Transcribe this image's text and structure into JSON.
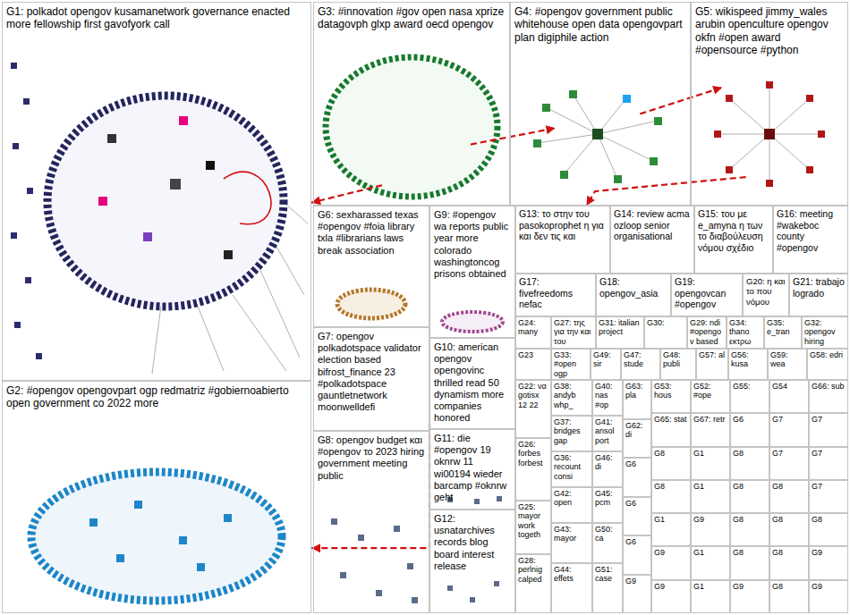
{
  "diagram": {
    "nodes": [
      {
        "text": [
          "G1: polkadot opengov kusamanetwork governance enacted more fellowship first gavofyork call"
        ]
      },
      {
        "text": [
          "G2: #opengov opengovpart ogp redmatriz #gobiernoabierto open government co 2022 more"
        ]
      },
      {
        "text": [
          "G3: #innovation #gov open nasa xprize datagovph glxp award oecd opengov"
        ]
      },
      {
        "text": [
          "G4: #opengov government public whitehouse open data opengovpart plan digiphile action"
        ]
      },
      {
        "text": [
          "G5: wikispeed jimmy_wales arubin openculture opengov okfn #open award #opensource #python"
        ]
      },
      {
        "text": [
          "G6: sexharassed texas #opengov #foia library txla #librarians laws break association"
        ]
      },
      {
        "text": [
          "G7: opengov polkadotspace validator election based bifrost_finance 23 #polkadotspace gauntletnetwork moonwelldefi"
        ]
      },
      {
        "text": [
          "G8: opengov budget και #opengov το 2023 hiring government meeting public"
        ]
      },
      {
        "text": [
          "G9: #opengov wa reports public year more colorado washingtoncog prisons obtained"
        ]
      },
      {
        "text": [
          "G10: american opengov opengovinc thrilled read 50 dynamism more companies honored"
        ]
      },
      {
        "text": [
          "G11: die #opengov 19 oknrw 11 wi00194 wieder barcamp #oknrw geht"
        ]
      },
      {
        "text": [
          "G12: usnatarchives records blog board interest release"
        ]
      },
      {
        "text": [
          "G13: το στην του pasokoprophet η για και δεν τις και"
        ]
      },
      {
        "text": [
          "G14: review acma ozloop senior organisational"
        ]
      },
      {
        "text": [
          "G15: του με e_amyna η των το διαβούλευση νόμου σχέδιο"
        ]
      },
      {
        "text": [
          "G16: meeting #wakeboc county #opengov"
        ]
      },
      {
        "text": [
          "G17: fivefreedoms nefac"
        ]
      },
      {
        "text": [
          "G18: opengov_asia"
        ]
      },
      {
        "text": [
          "G19: opengovcan #opengov"
        ]
      },
      {
        "text": [
          "G20: η και το που νόμου"
        ]
      },
      {
        "text": [
          "G21: trabajo logrado"
        ]
      },
      {
        "text": [
          "G24: many"
        ]
      },
      {
        "text": [
          "G27: της για την και του"
        ]
      },
      {
        "text": [
          "G31: italian project"
        ]
      },
      {
        "text": [
          "G30:"
        ]
      },
      {
        "text": [
          "G29: ndi #opengov based"
        ]
      },
      {
        "text": [
          "G34: thano εκτρω"
        ]
      },
      {
        "text": [
          "G35: e_tran"
        ]
      },
      {
        "text": [
          "G32: opengov hiring"
        ]
      },
      {
        "text": [
          "G23"
        ]
      },
      {
        "text": [
          "G33: #open ogp"
        ]
      },
      {
        "text": [
          "G49: sir"
        ]
      },
      {
        "text": [
          "G47: stude"
        ]
      },
      {
        "text": [
          "G48: publi"
        ]
      },
      {
        "text": [
          "G57: al"
        ]
      },
      {
        "text": [
          "G56: kusa"
        ]
      },
      {
        "text": [
          "G59: wea"
        ]
      },
      {
        "text": [
          "G58: edri"
        ]
      },
      {
        "text": [
          "G22: να gotisx 12 22"
        ]
      },
      {
        "text": [
          "G26: forbes forbest"
        ]
      },
      {
        "text": [
          "G25: mayor work togeth"
        ]
      },
      {
        "text": [
          "G28: perlnig calped"
        ]
      },
      {
        "text": [
          "G38: andyb whp_"
        ]
      },
      {
        "text": [
          "G37: bridges gap"
        ]
      },
      {
        "text": [
          "G36: recount consi"
        ]
      },
      {
        "text": [
          "G42: open"
        ]
      },
      {
        "text": [
          "G43: mayor"
        ]
      },
      {
        "text": [
          "G44: effets"
        ]
      },
      {
        "text": [
          "G40: nas #op"
        ]
      },
      {
        "text": [
          "G41: ansol port"
        ]
      },
      {
        "text": [
          "G46: di"
        ]
      },
      {
        "text": [
          "G45: pcm"
        ]
      },
      {
        "text": [
          "G50: ca"
        ]
      },
      {
        "text": [
          "G51: case"
        ]
      },
      {
        "text": [
          "G63: pla"
        ]
      },
      {
        "text": [
          "G62: di"
        ]
      },
      {
        "text": [
          "G6"
        ]
      },
      {
        "text": [
          "G6"
        ]
      },
      {
        "text": [
          "G6"
        ]
      },
      {
        "text": [
          "G9"
        ]
      },
      {
        "text": [
          "G53: hous"
        ]
      },
      {
        "text": [
          "G52: #ope"
        ]
      },
      {
        "text": [
          "G55:"
        ]
      },
      {
        "text": [
          "G54"
        ]
      },
      {
        "text": [
          "G66: sub"
        ]
      },
      {
        "text": [
          "G65: stat"
        ]
      },
      {
        "text": [
          "G67: retr"
        ]
      },
      {
        "text": [
          "G6"
        ]
      },
      {
        "text": [
          "G7"
        ]
      },
      {
        "text": [
          "G7"
        ]
      },
      {
        "text": [
          "G8"
        ]
      },
      {
        "text": [
          "G1"
        ]
      },
      {
        "text": [
          "G8"
        ]
      },
      {
        "text": [
          "G7"
        ]
      },
      {
        "text": [
          "G7"
        ]
      },
      {
        "text": [
          "G8"
        ]
      },
      {
        "text": [
          "G1"
        ]
      },
      {
        "text": [
          "G8"
        ]
      },
      {
        "text": [
          "G8"
        ]
      },
      {
        "text": [
          "G7"
        ]
      },
      {
        "text": [
          "G1"
        ]
      },
      {
        "text": [
          "G9"
        ]
      },
      {
        "text": [
          "G8"
        ]
      },
      {
        "text": [
          "G8"
        ]
      },
      {
        "text": [
          "G8"
        ]
      },
      {
        "text": [
          "G9"
        ]
      },
      {
        "text": [
          "G1"
        ]
      },
      {
        "text": [
          "G8"
        ]
      },
      {
        "text": [
          "G8"
        ]
      },
      {
        "text": [
          "G9"
        ]
      },
      {
        "text": [
          "G9"
        ]
      },
      {
        "text": [
          "G1"
        ]
      },
      {
        "text": [
          "G9"
        ]
      },
      {
        "text": [
          "G8"
        ]
      },
      {
        "text": [
          "G9"
        ]
      }
    ],
    "edges": [
      {
        "from": 2,
        "to": 3,
        "arrow": "to"
      },
      {
        "from": 3,
        "to": 4,
        "arrow": "to"
      },
      {
        "from": 4,
        "to": 12,
        "arrow": "to"
      },
      {
        "from": 2,
        "to": 0,
        "arrow": "to"
      },
      {
        "from": 9,
        "to": 1,
        "arrow": "to"
      }
    ]
  }
}
